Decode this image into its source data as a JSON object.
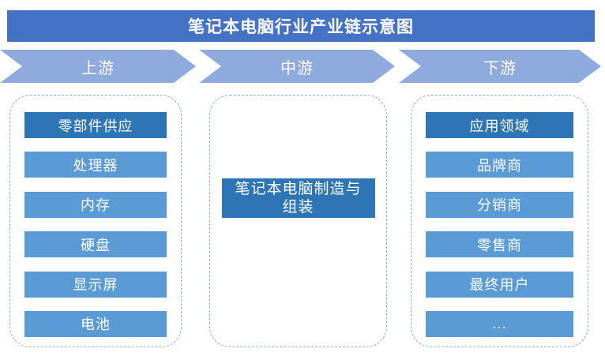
{
  "title": "笔记本电脑行业产业链示意图",
  "colors": {
    "background": "#FFFFFF",
    "banner": "#4472C4",
    "chevron": "#8FAADC",
    "box_light": "#5B9BD5",
    "box_dark": "#2E75B6",
    "dashed_border": "#8FAADC",
    "text_on_blue": "#FFFFFF"
  },
  "stages": [
    {
      "label": "上游",
      "items": [
        {
          "label": "零部件供应",
          "emphasis": true
        },
        {
          "label": "处理器"
        },
        {
          "label": "内存"
        },
        {
          "label": "硬盘"
        },
        {
          "label": "显示屏"
        },
        {
          "label": "电池"
        }
      ]
    },
    {
      "label": "中游",
      "items": [
        {
          "label": "笔记本电脑制造与\n组装",
          "emphasis": true
        }
      ]
    },
    {
      "label": "下游",
      "items": [
        {
          "label": "应用领域",
          "emphasis": true
        },
        {
          "label": "品牌商"
        },
        {
          "label": "分销商"
        },
        {
          "label": "零售商"
        },
        {
          "label": "最终用户"
        },
        {
          "label": "..."
        }
      ]
    }
  ]
}
